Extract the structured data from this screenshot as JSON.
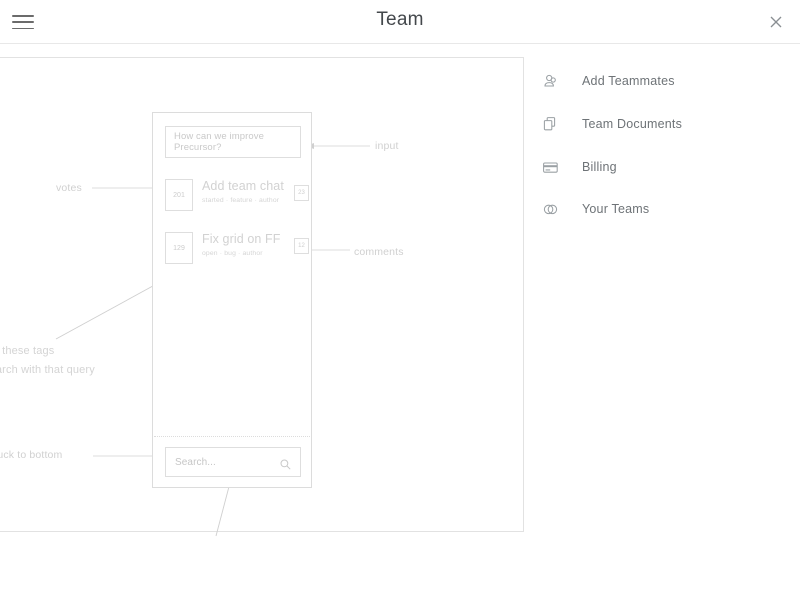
{
  "window": {
    "title": "Team",
    "menu_icon": "hamburger-icon",
    "close_icon": "close-icon"
  },
  "side_menu": {
    "items": [
      {
        "label": "Add Teammates",
        "icon": "people-group-icon"
      },
      {
        "label": "Team Documents",
        "icon": "documents-copy-icon"
      },
      {
        "label": "Billing",
        "icon": "credit-card-icon"
      },
      {
        "label": "Your Teams",
        "icon": "overlapping-circles-icon"
      }
    ]
  },
  "wireframe": {
    "input": {
      "placeholder": "How can we improve Precursor?"
    },
    "list": [
      {
        "votes": "201",
        "title": "Add team chat",
        "meta": "started · feature · author",
        "comments": "23"
      },
      {
        "votes": "129",
        "title": "Fix grid on FF",
        "meta": "open · bug · author",
        "comments": "12"
      }
    ],
    "search": {
      "placeholder": "Search...",
      "icon": "search-icon"
    },
    "annotations": {
      "input": "input",
      "votes": "votes",
      "comments": "comments",
      "tags_line1": "g one of these tags",
      "tags_line2": "art a search with that query",
      "bottom": "is stuck to bottom"
    }
  }
}
